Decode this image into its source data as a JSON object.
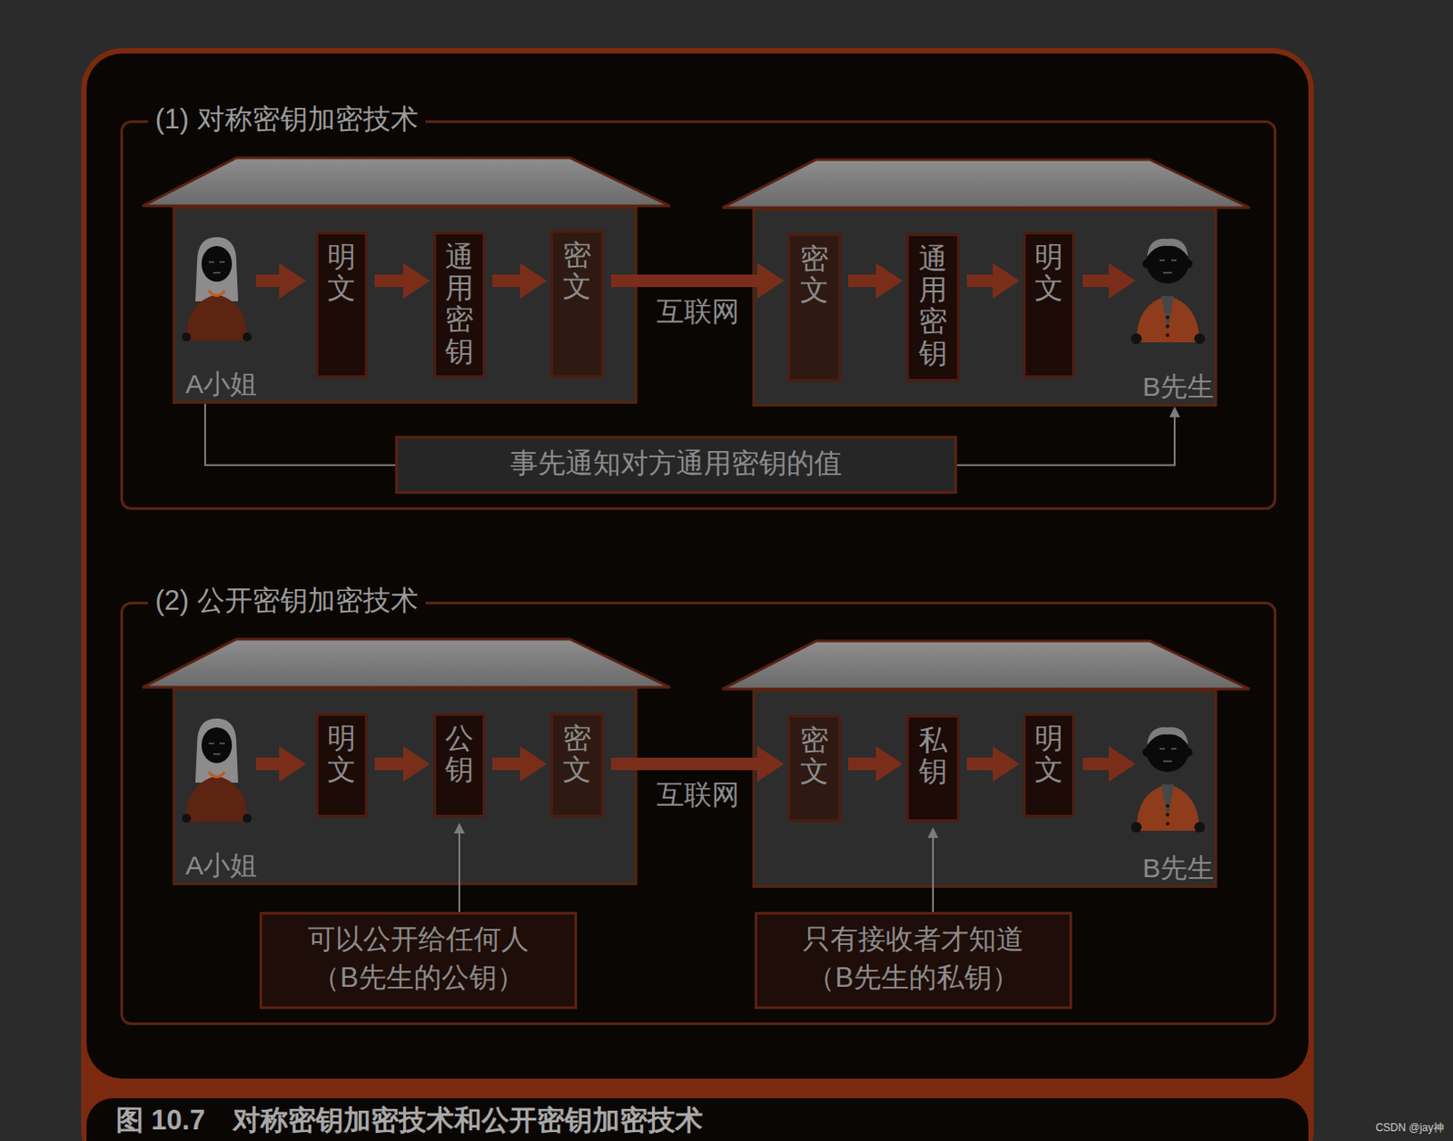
{
  "diagram": {
    "caption": "图 10.7　对称密钥加密技术和公开密钥加密技术",
    "nodes": [
      {
        "text": [
          "(1) 对称密钥加密技术"
        ]
      },
      {
        "text": [
          "A小姐"
        ],
        "in": 0
      },
      {
        "text": [
          "明文"
        ],
        "in": 1
      },
      {
        "text": [
          "通用密钥"
        ],
        "in": 1
      },
      {
        "text": [
          "密文"
        ],
        "in": 1
      },
      {
        "text": [
          "B先生"
        ],
        "in": 0
      },
      {
        "text": [
          "密文"
        ],
        "in": 5
      },
      {
        "text": [
          "通用密钥"
        ],
        "in": 5
      },
      {
        "text": [
          "明文"
        ],
        "in": 5
      },
      {
        "text": [
          "事先通知对方通用密钥的值"
        ],
        "in": 0
      },
      {
        "text": [
          "(2) 公开密钥加密技术"
        ]
      },
      {
        "text": [
          "A小姐"
        ],
        "in": 10
      },
      {
        "text": [
          "明文"
        ],
        "in": 11
      },
      {
        "text": [
          "公钥"
        ],
        "in": 11
      },
      {
        "text": [
          "密文"
        ],
        "in": 11
      },
      {
        "text": [
          "B先生"
        ],
        "in": 10
      },
      {
        "text": [
          "密文"
        ],
        "in": 15
      },
      {
        "text": [
          "私钥"
        ],
        "in": 15
      },
      {
        "text": [
          "明文"
        ],
        "in": 15
      },
      {
        "text": [
          "可以公开给任何人 （B先生的公钥）"
        ],
        "in": 10
      },
      {
        "text": [
          "只有接收者才知道 （B先生的私钥）"
        ],
        "in": 10
      }
    ],
    "edges": [
      {
        "from": 2,
        "to": 3,
        "arrow": "to"
      },
      {
        "from": 3,
        "to": 4,
        "arrow": "to"
      },
      {
        "from": 4,
        "to": 6,
        "label": "互联网",
        "arrow": "to"
      },
      {
        "from": 6,
        "to": 7,
        "arrow": "to"
      },
      {
        "from": 7,
        "to": 8,
        "arrow": "to"
      },
      {
        "from": 1,
        "to": 9,
        "arrow": "none"
      },
      {
        "from": 9,
        "to": 5,
        "arrow": "to"
      },
      {
        "from": 12,
        "to": 13,
        "arrow": "to"
      },
      {
        "from": 13,
        "to": 14,
        "arrow": "to"
      },
      {
        "from": 14,
        "to": 16,
        "label": "互联网",
        "arrow": "to"
      },
      {
        "from": 16,
        "to": 17,
        "arrow": "to"
      },
      {
        "from": 17,
        "to": 18,
        "arrow": "to"
      },
      {
        "from": 19,
        "to": 13,
        "arrow": "to"
      },
      {
        "from": 20,
        "to": 17,
        "arrow": "to"
      }
    ],
    "labels": [
      "CSDN @jay神"
    ]
  }
}
